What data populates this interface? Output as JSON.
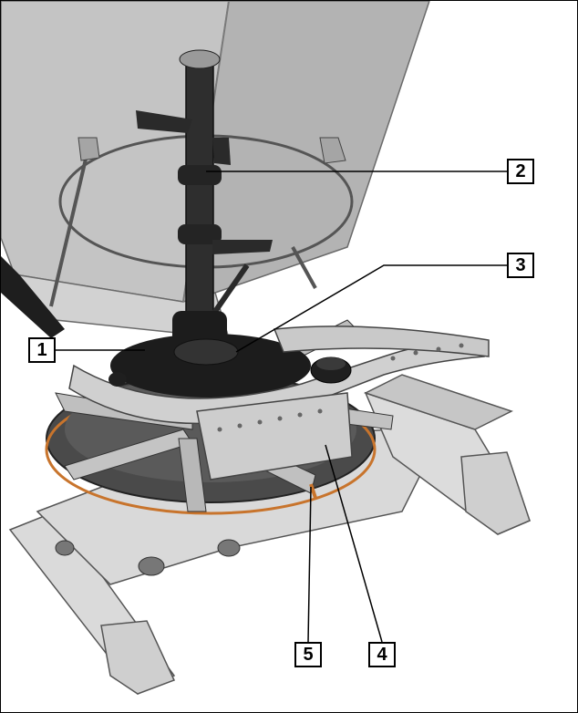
{
  "callouts": {
    "c1": "1",
    "c2": "2",
    "c3": "3",
    "c4": "4",
    "c5": "5"
  },
  "colors": {
    "hopper": "#bdbdbd",
    "hopper_dark": "#8e8e8e",
    "frame": "#d6d6d6",
    "frame_shadow": "#a9a9a9",
    "disc": "#4a4a4a",
    "shaft": "#2e2e2e",
    "scale": "#cfcfcf",
    "accent_orange": "#c8742c",
    "line": "#000000"
  }
}
